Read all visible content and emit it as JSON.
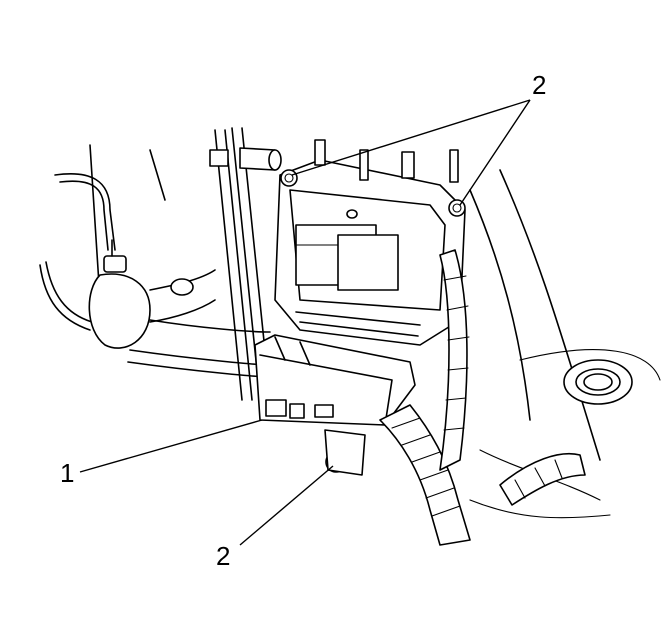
{
  "callouts": {
    "part_1": "1",
    "fastener_top": "2",
    "fastener_bottom": "2"
  }
}
